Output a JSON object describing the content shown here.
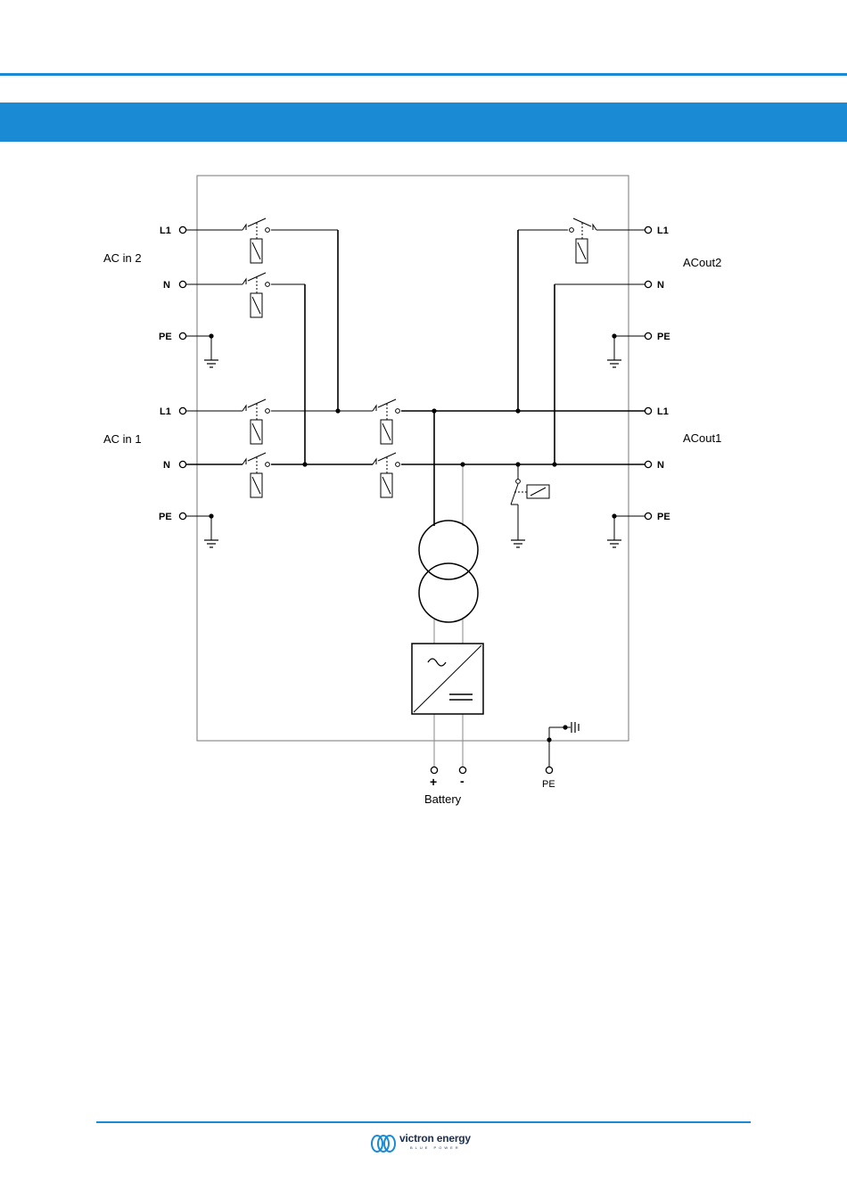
{
  "colors": {
    "brand_blue": "#1a8ad4",
    "line": "#000000",
    "logo_navy": "#1a2e52"
  },
  "groups": {
    "ac_in_2": "AC in 2",
    "ac_in_1": "AC in 1",
    "ac_out_2": "ACout2",
    "ac_out_1": "ACout1",
    "battery": "Battery"
  },
  "terminals": {
    "l1": "L1",
    "n": "N",
    "pe": "PE",
    "plus": "+",
    "minus": "-"
  },
  "footer": {
    "brand": "victron energy",
    "tagline": "BLUE POWER"
  }
}
